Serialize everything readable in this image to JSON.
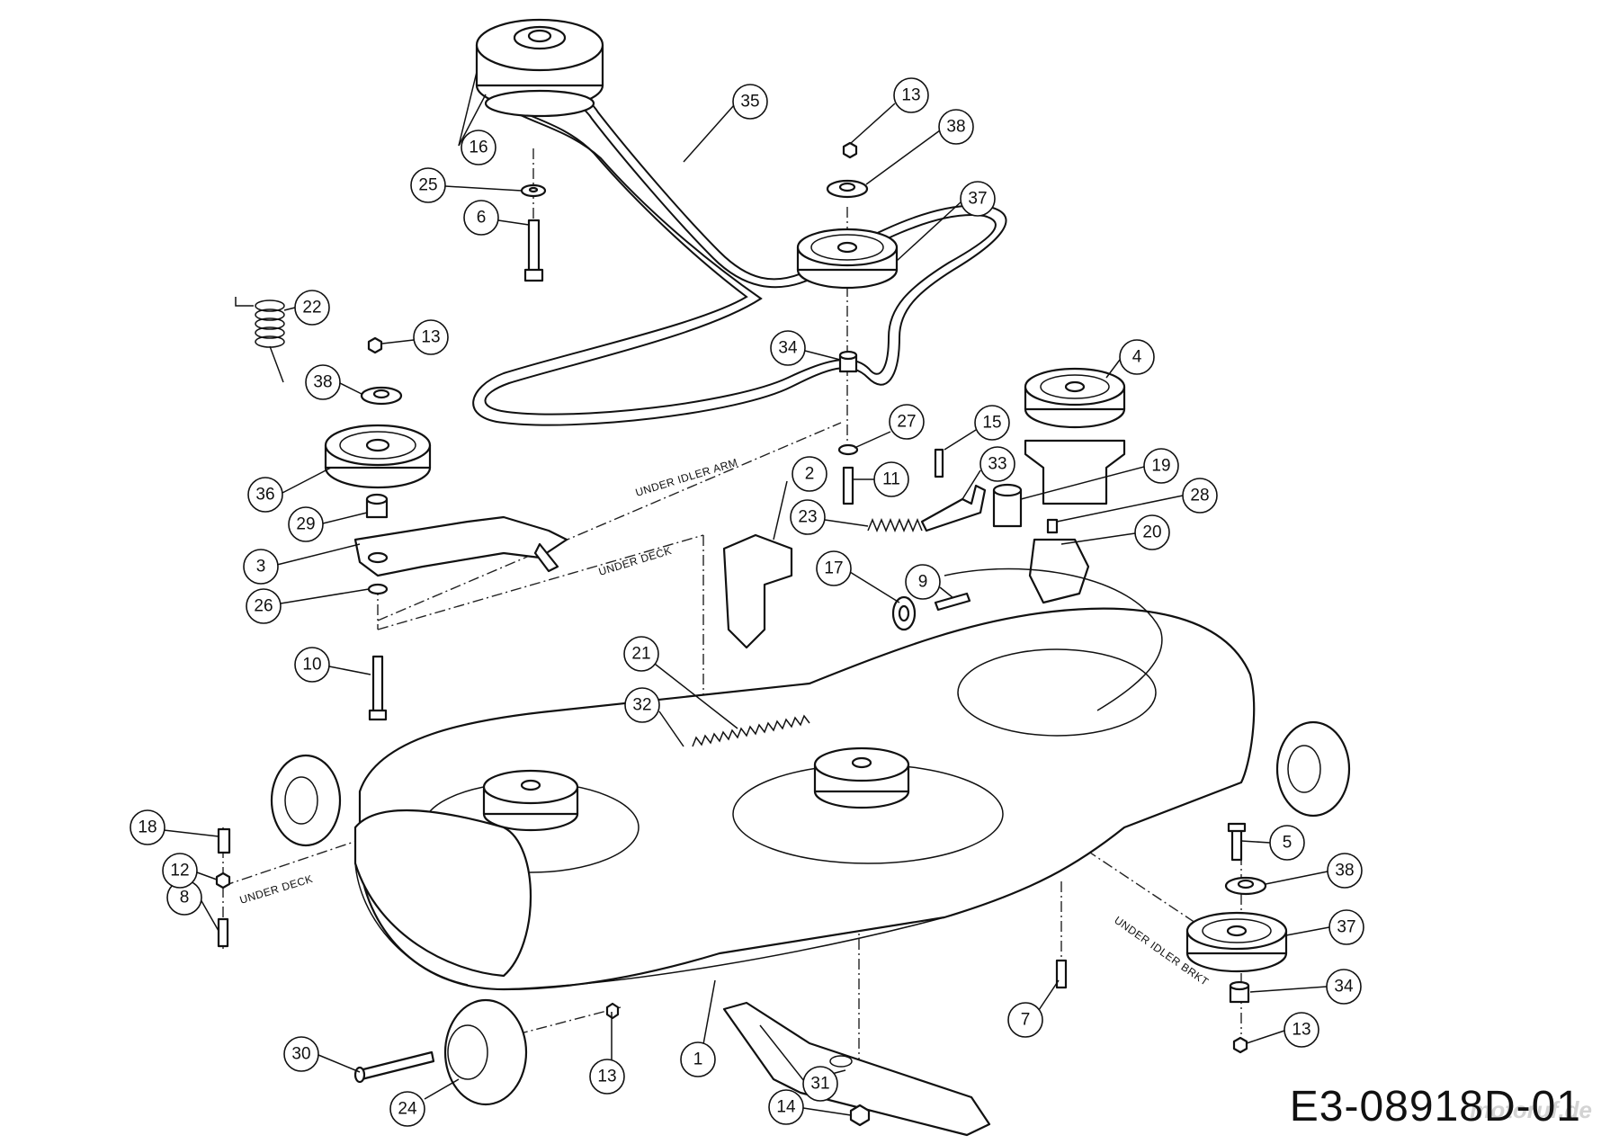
{
  "diagram_code": "E3-08918D-01",
  "watermark": "motoruf.de",
  "notes": {
    "under_idler_arm": "UNDER IDLER ARM",
    "under_deck_top": "UNDER DECK",
    "under_deck_left": "UNDER DECK",
    "under_idler_brkt": "UNDER IDLER BRKT"
  },
  "callouts": {
    "c1": "1",
    "c2": "2",
    "c3": "3",
    "c4": "4",
    "c5": "5",
    "c6": "6",
    "c7": "7",
    "c8": "8",
    "c9": "9",
    "c10": "10",
    "c11": "11",
    "c12": "12",
    "c13a": "13",
    "c13b": "13",
    "c13c": "13",
    "c13d": "13",
    "c14": "14",
    "c15": "15",
    "c16": "16",
    "c17": "17",
    "c18": "18",
    "c19": "19",
    "c20": "20",
    "c21": "21",
    "c22": "22",
    "c23": "23",
    "c24": "24",
    "c25": "25",
    "c26": "26",
    "c27": "27",
    "c28": "28",
    "c29": "29",
    "c30": "30",
    "c31": "31",
    "c32": "32",
    "c33": "33",
    "c34a": "34",
    "c34b": "34",
    "c35": "35",
    "c36": "36",
    "c37a": "37",
    "c37b": "37",
    "c38a": "38",
    "c38b": "38",
    "c38c": "38"
  }
}
